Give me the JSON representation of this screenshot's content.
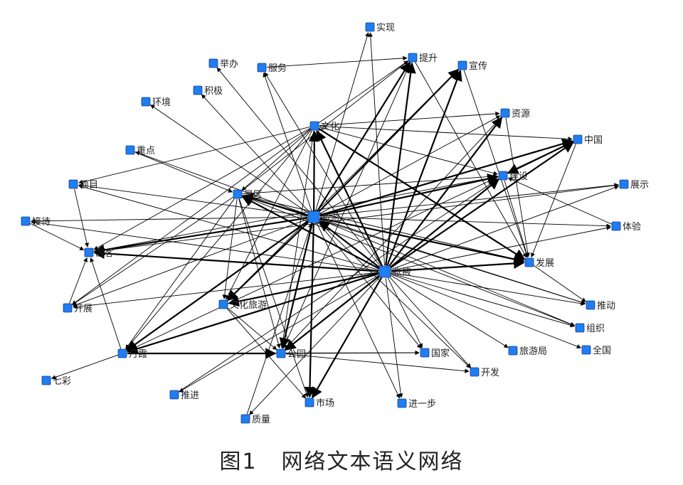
{
  "colors": {
    "node_fill": "#1f7ef0",
    "node_stroke": "#1a3a8a",
    "edge": "#000000",
    "label": "#222222"
  },
  "caption": {
    "figure_number": "图1",
    "title": "网络文本语义网络"
  },
  "nodes": [
    {
      "id": "shixian",
      "label": "实现"
    },
    {
      "id": "juban",
      "label": "举办"
    },
    {
      "id": "fuwu",
      "label": "服务"
    },
    {
      "id": "tisheng",
      "label": "提升"
    },
    {
      "id": "xuanchuan",
      "label": "宣传"
    },
    {
      "id": "jiji",
      "label": "积极"
    },
    {
      "id": "huanjing",
      "label": "环境"
    },
    {
      "id": "wenhua",
      "label": "文化"
    },
    {
      "id": "ziyuan",
      "label": "资源"
    },
    {
      "id": "zhongguo",
      "label": "中国"
    },
    {
      "id": "zhongdian",
      "label": "重点"
    },
    {
      "id": "jianshe",
      "label": "建设"
    },
    {
      "id": "xiangmu",
      "label": "项目"
    },
    {
      "id": "jingqu",
      "label": "景区"
    },
    {
      "id": "zhanshi",
      "label": "展示"
    },
    {
      "id": "jiedai",
      "label": "接待"
    },
    {
      "id": "lvyou",
      "label": "旅游"
    },
    {
      "id": "tiyan",
      "label": "体验"
    },
    {
      "id": "youke",
      "label": "游客"
    },
    {
      "id": "fazhan",
      "label": "发展"
    },
    {
      "id": "zhangye",
      "label": "张掖"
    },
    {
      "id": "kaizhan",
      "label": "开展"
    },
    {
      "id": "wenhualvyou",
      "label": "文化旅游"
    },
    {
      "id": "tuidong",
      "label": "推动"
    },
    {
      "id": "zuzhi",
      "label": "组织"
    },
    {
      "id": "danxia",
      "label": "丹霞"
    },
    {
      "id": "gongyuan",
      "label": "公园"
    },
    {
      "id": "guojia",
      "label": "国家"
    },
    {
      "id": "lvyouju",
      "label": "旅游局"
    },
    {
      "id": "quanguo",
      "label": "全国"
    },
    {
      "id": "kaifa",
      "label": "开发"
    },
    {
      "id": "qicai",
      "label": "七彩"
    },
    {
      "id": "tuijin",
      "label": "推进"
    },
    {
      "id": "shichang",
      "label": "市场"
    },
    {
      "id": "jinyibu",
      "label": "进一步"
    },
    {
      "id": "zhiliang",
      "label": "质量"
    }
  ],
  "edges": [
    [
      "zhangye",
      "shixian",
      1
    ],
    [
      "zhangye",
      "tisheng",
      2
    ],
    [
      "zhangye",
      "xuanchuan",
      2
    ],
    [
      "zhangye",
      "ziyuan",
      2
    ],
    [
      "zhangye",
      "zhongguo",
      2
    ],
    [
      "zhangye",
      "jianshe",
      2
    ],
    [
      "zhangye",
      "fazhan",
      2
    ],
    [
      "zhangye",
      "wenhua",
      2
    ],
    [
      "zhangye",
      "jingqu",
      2
    ],
    [
      "zhangye",
      "youke",
      2
    ],
    [
      "zhangye",
      "wenhualvyou",
      2
    ],
    [
      "zhangye",
      "danxia",
      2
    ],
    [
      "zhangye",
      "gongyuan",
      2
    ],
    [
      "zhangye",
      "shichang",
      2
    ],
    [
      "zhangye",
      "jinyibu",
      1
    ],
    [
      "zhangye",
      "kaifa",
      1
    ],
    [
      "zhangye",
      "guojia",
      1
    ],
    [
      "zhangye",
      "lvyouju",
      1
    ],
    [
      "zhangye",
      "tuidong",
      1
    ],
    [
      "zhangye",
      "zuzhi",
      1
    ],
    [
      "zhangye",
      "quanguo",
      1
    ],
    [
      "zhangye",
      "tiyan",
      1
    ],
    [
      "zhangye",
      "zhanshi",
      1
    ],
    [
      "zhangye",
      "kaizhan",
      1
    ],
    [
      "zhangye",
      "fuwu",
      1
    ],
    [
      "zhangye",
      "juban",
      1
    ],
    [
      "zhangye",
      "lvyou",
      2
    ],
    [
      "zhangye",
      "zhiliang",
      1
    ],
    [
      "zhangye",
      "tuijin",
      1
    ],
    [
      "zhangye",
      "xiangmu",
      1
    ],
    [
      "zhangye",
      "jiedai",
      1
    ],
    [
      "lvyou",
      "tisheng",
      2
    ],
    [
      "lvyou",
      "xuanchuan",
      2
    ],
    [
      "lvyou",
      "ziyuan",
      1
    ],
    [
      "lvyou",
      "zhongguo",
      2
    ],
    [
      "lvyou",
      "jianshe",
      2
    ],
    [
      "lvyou",
      "fazhan",
      2
    ],
    [
      "lvyou",
      "wenhua",
      2
    ],
    [
      "lvyou",
      "jingqu",
      2
    ],
    [
      "lvyou",
      "youke",
      2
    ],
    [
      "lvyou",
      "wenhualvyou",
      2
    ],
    [
      "lvyou",
      "danxia",
      2
    ],
    [
      "lvyou",
      "gongyuan",
      2
    ],
    [
      "lvyou",
      "shichang",
      2
    ],
    [
      "lvyou",
      "jinyibu",
      1
    ],
    [
      "lvyou",
      "kaifa",
      1
    ],
    [
      "lvyou",
      "guojia",
      1
    ],
    [
      "lvyou",
      "tuidong",
      1
    ],
    [
      "lvyou",
      "zuzhi",
      1
    ],
    [
      "lvyou",
      "jiedai",
      1
    ],
    [
      "lvyou",
      "xiangmu",
      1
    ],
    [
      "lvyou",
      "zhongdian",
      1
    ],
    [
      "lvyou",
      "huanjing",
      1
    ],
    [
      "lvyou",
      "jiji",
      1
    ],
    [
      "lvyou",
      "fuwu",
      1
    ],
    [
      "lvyou",
      "kaizhan",
      1
    ],
    [
      "lvyou",
      "tiyan",
      1
    ],
    [
      "lvyou",
      "zhanshi",
      1
    ],
    [
      "lvyou",
      "shixian",
      1
    ],
    [
      "wenhua",
      "fazhan",
      2
    ],
    [
      "wenhua",
      "jianshe",
      1
    ],
    [
      "wenhua",
      "zhongguo",
      1
    ],
    [
      "wenhua",
      "ziyuan",
      1
    ],
    [
      "wenhua",
      "jingqu",
      1
    ],
    [
      "wenhua",
      "youke",
      1
    ],
    [
      "wenhua",
      "kaizhan",
      1
    ],
    [
      "wenhua",
      "danxia",
      1
    ],
    [
      "wenhua",
      "wenhualvyou",
      1
    ],
    [
      "wenhua",
      "gongyuan",
      1
    ],
    [
      "wenhua",
      "xiangmu",
      1
    ],
    [
      "wenhua",
      "tisheng",
      1
    ],
    [
      "jingqu",
      "fazhan",
      1
    ],
    [
      "jingqu",
      "jianshe",
      1
    ],
    [
      "jingqu",
      "tuidong",
      1
    ],
    [
      "jingqu",
      "zuzhi",
      1
    ],
    [
      "jingqu",
      "gongyuan",
      1
    ],
    [
      "jingqu",
      "shichang",
      1
    ],
    [
      "jingqu",
      "wenhualvyou",
      1
    ],
    [
      "jingqu",
      "danxia",
      1
    ],
    [
      "jingqu",
      "tisheng",
      1
    ],
    [
      "jingqu",
      "kaizhan",
      1
    ],
    [
      "zhongguo",
      "fazhan",
      1
    ],
    [
      "zhongguo",
      "jianshe",
      2
    ],
    [
      "zhongguo",
      "danxia",
      1
    ],
    [
      "ziyuan",
      "fazhan",
      1
    ],
    [
      "ziyuan",
      "gongyuan",
      1
    ],
    [
      "jianshe",
      "fazhan",
      1
    ],
    [
      "tisheng",
      "fazhan",
      1
    ],
    [
      "tisheng",
      "gongyuan",
      1
    ],
    [
      "xuanchuan",
      "fazhan",
      1
    ],
    [
      "xuanchuan",
      "wenhualvyou",
      1
    ],
    [
      "danxia",
      "gongyuan",
      2
    ],
    [
      "danxia",
      "youke",
      1
    ],
    [
      "danxia",
      "guojia",
      1
    ],
    [
      "danxia",
      "qicai",
      1
    ],
    [
      "gongyuan",
      "kaifa",
      1
    ],
    [
      "gongyuan",
      "guojia",
      1
    ],
    [
      "wenhualvyou",
      "shichang",
      1
    ],
    [
      "wenhualvyou",
      "gongyuan",
      1
    ],
    [
      "kaizhan",
      "youke",
      1
    ],
    [
      "jiedai",
      "youke",
      1
    ],
    [
      "xiangmu",
      "youke",
      1
    ],
    [
      "zhongdian",
      "jingqu",
      1
    ],
    [
      "fuwu",
      "tisheng",
      1
    ],
    [
      "fazhan",
      "tuidong",
      1
    ],
    [
      "zhanshi",
      "youke",
      1
    ],
    [
      "tiyan",
      "jianshe",
      1
    ],
    [
      "tuijin",
      "jianshe",
      1
    ],
    [
      "zhiliang",
      "lvyou",
      1
    ],
    [
      "youke",
      "jianshe",
      1
    ]
  ]
}
